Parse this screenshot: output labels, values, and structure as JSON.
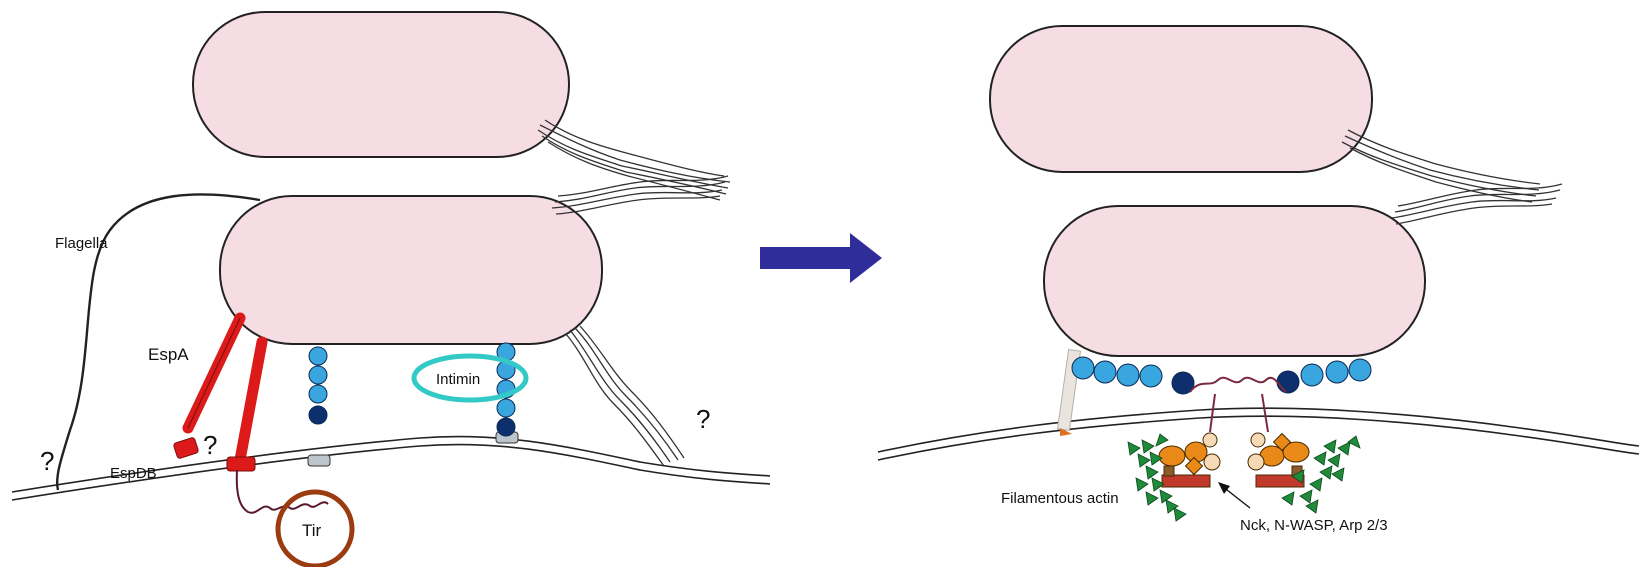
{
  "labels": {
    "flagella": "Flagella",
    "espa": "EspA",
    "espdb": "EspDB",
    "intimin": "Intimin",
    "tir": "Tir",
    "question": "?",
    "filamentous_actin": "Filamentous actin",
    "host_proteins": "Nck, N-WASP, Arp 2/3"
  },
  "colors": {
    "bacterium_fill": "#f5dde3",
    "outline": "#222222",
    "espa_red": "#dd1a1a",
    "intimin_light_blue": "#3aa6e0",
    "intimin_dark_blue": "#0d2f6e",
    "intimin_highlight": "#33c9c6",
    "tir_highlight": "#9a3b10",
    "arrow": "#2e2d9a",
    "actin_green": "#1f8a3a",
    "complex_orange": "#e98a18"
  }
}
